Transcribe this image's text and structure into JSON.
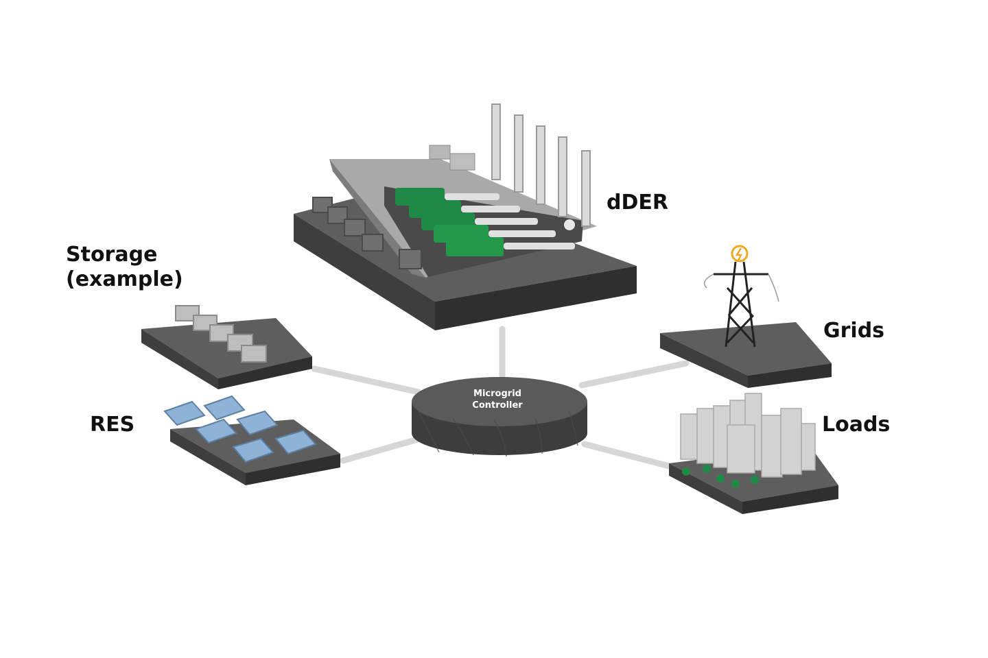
{
  "labels": {
    "dder": "dDER",
    "storage": "Storage\n(example)",
    "res": "RES",
    "grids": "Grids",
    "loads": "Loads",
    "controller": "Microgrid\nController"
  },
  "colors": {
    "platform_top": "#5e5e5e",
    "platform_side": "#3a3a3a",
    "connector": "#d6d6d6",
    "engine_green": "#1e8a45",
    "solar_blue": "#8fb3d6",
    "building": "#d2d2d2",
    "bolt_orange": "#f2a623"
  }
}
